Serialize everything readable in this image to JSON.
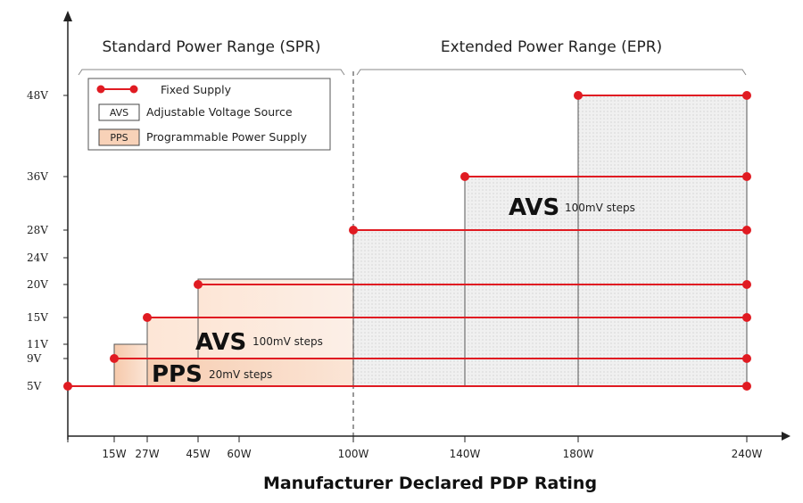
{
  "chart_data": {
    "type": "line",
    "xlabel": "Manufacturer Declared PDP Rating",
    "ylabel": "",
    "x_ticks": [
      "15W",
      "27W",
      "45W",
      "60W",
      "100W",
      "140W",
      "180W",
      "240W"
    ],
    "y_ticks": [
      "5V",
      "9V",
      "11V",
      "15V",
      "20V",
      "24V",
      "28V",
      "36V",
      "48V"
    ],
    "regions": [
      {
        "label": "Standard Power Range (SPR)",
        "x_range": [
          0,
          100
        ]
      },
      {
        "label": "Extended Power Range (EPR)",
        "x_range": [
          100,
          240
        ]
      }
    ],
    "legend": {
      "placement": "top-left",
      "items": [
        {
          "key": "fixed",
          "label": "Fixed Supply",
          "box": ""
        },
        {
          "key": "avs",
          "label": "Adjustable Voltage Source",
          "box": "AVS"
        },
        {
          "key": "pps",
          "label": "Programmable Power Supply",
          "box": "PPS"
        }
      ]
    },
    "fixed_supply": [
      {
        "voltage": 5,
        "x_start": 0,
        "x_end": 240
      },
      {
        "voltage": 9,
        "x_start": 15,
        "x_end": 240
      },
      {
        "voltage": 15,
        "x_start": 27,
        "x_end": 240
      },
      {
        "voltage": 20,
        "x_start": 45,
        "x_end": 240
      },
      {
        "voltage": 28,
        "x_start": 100,
        "x_end": 240
      },
      {
        "voltage": 36,
        "x_start": 140,
        "x_end": 240
      },
      {
        "voltage": 48,
        "x_start": 180,
        "x_end": 240
      }
    ],
    "areas": [
      {
        "kind": "pps",
        "x_start": 15,
        "x_end": 100,
        "v_top": 9
      },
      {
        "kind": "pps",
        "x_start": 15,
        "x_end": 27,
        "v_top": 11
      },
      {
        "kind": "avs",
        "x_start": 27,
        "x_end": 100,
        "v_top": 15
      },
      {
        "kind": "avs",
        "x_start": 45,
        "x_end": 100,
        "v_top": 21
      },
      {
        "kind": "avs_epr",
        "x_start": 100,
        "x_end": 240,
        "v_top": 28
      },
      {
        "kind": "avs_epr",
        "x_start": 140,
        "x_end": 240,
        "v_top": 36
      },
      {
        "kind": "avs_epr",
        "x_start": 180,
        "x_end": 240,
        "v_top": 48
      }
    ],
    "annotations": [
      {
        "big": "PPS",
        "small": "20mV steps"
      },
      {
        "big": "AVS",
        "small": "100mV steps"
      },
      {
        "big": "AVS",
        "small": "100mV steps"
      }
    ],
    "grid": false
  },
  "colors": {
    "fixed": "#e01b22",
    "pps_fill": "#f9d9c4",
    "avs_fill": "#fbe8dd",
    "epr_fill": "#efefef",
    "area_stroke": "#555555",
    "axis": "#222222"
  }
}
